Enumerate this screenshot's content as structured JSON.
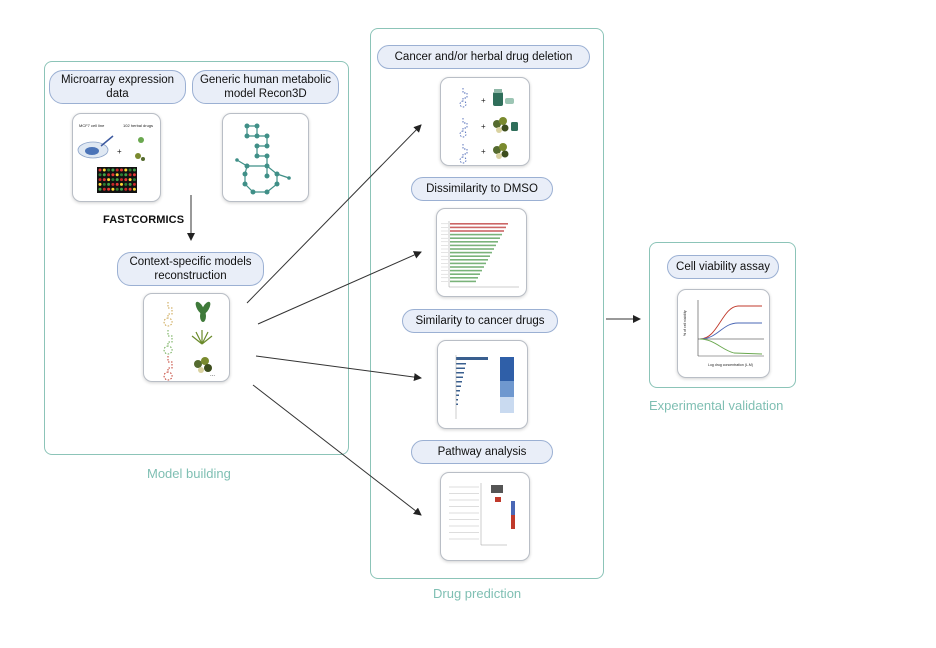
{
  "model_building": {
    "caption": "Model building",
    "microarray_label": "Microarray expression data",
    "recon_label": "Generic human metabolic model Recon3D",
    "cell_line_label": "MCF7 cell line",
    "herbal_drugs_label": "102 herbal drugs",
    "fastcormics_label": "FASTCORMICS",
    "context_label": "Context-specific models reconstruction",
    "ellipsis": "..."
  },
  "drug_prediction": {
    "caption": "Drug prediction",
    "deletion_label": "Cancer and/or herbal drug deletion",
    "dmso_label": "Dissimilarity to DMSO",
    "similarity_label": "Similarity to cancer drugs",
    "pathway_label": "Pathway analysis"
  },
  "experimental_validation": {
    "caption": "Experimental validation",
    "viability_label": "Cell viability assay",
    "y_axis_label": "% of cell viability",
    "x_axis_label": "Log drug concentration (L.M)"
  },
  "colors": {
    "panel_border": "#8cc4b8",
    "pill_fill": "#e9eef8",
    "pill_border": "#9bb0d3",
    "caption": "#7fbfb3",
    "network_node": "#3f8f87",
    "curve_red": "#c0392b",
    "curve_blue": "#4a67b5",
    "curve_green": "#6aa84f"
  }
}
